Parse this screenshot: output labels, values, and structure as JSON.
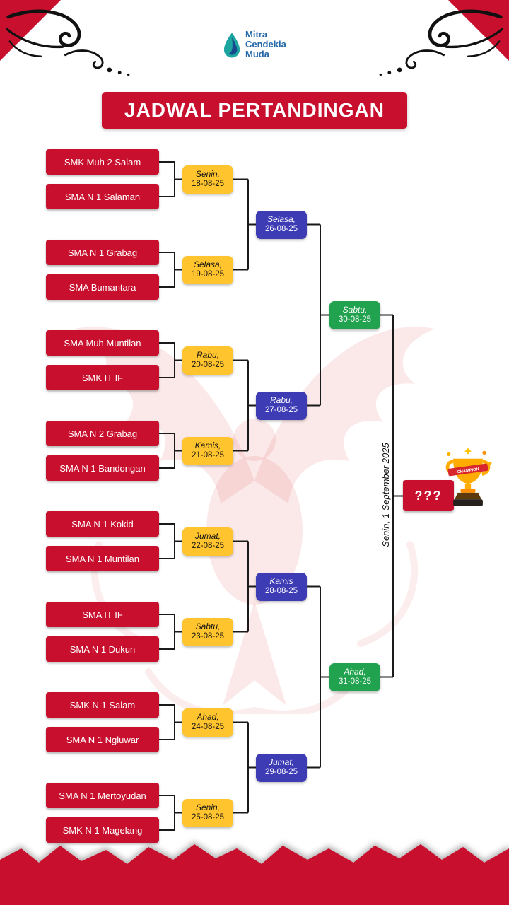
{
  "logo": {
    "line1": "Mitra",
    "line2": "Cendekia",
    "line3": "Muda"
  },
  "title": "JADWAL PERTANDINGAN",
  "bracket": {
    "teams": [
      "SMK Muh 2 Salam",
      "SMA N 1 Salaman",
      "SMA N 1 Grabag",
      "SMA Bumantara",
      "SMA Muh Muntilan",
      "SMK IT IF",
      "SMA N 2 Grabag",
      "SMA N 1 Bandongan",
      "SMA N 1 Kokid",
      "SMA N 1 Muntilan",
      "SMA IT IF",
      "SMA N 1 Dukun",
      "SMK N 1 Salam",
      "SMA N 1 Ngluwar",
      "SMA N 1 Mertoyudan",
      "SMK N 1 Magelang"
    ],
    "round1": [
      {
        "day": "Senin,",
        "date": "18-08-25"
      },
      {
        "day": "Selasa,",
        "date": "19-08-25"
      },
      {
        "day": "Rabu,",
        "date": "20-08-25"
      },
      {
        "day": "Kamis,",
        "date": "21-08-25"
      },
      {
        "day": "Jumat,",
        "date": "22-08-25"
      },
      {
        "day": "Sabtu,",
        "date": "23-08-25"
      },
      {
        "day": "Ahad,",
        "date": "24-08-25"
      },
      {
        "day": "Senin,",
        "date": "25-08-25"
      }
    ],
    "quarterfinals": [
      {
        "day": "Selasa,",
        "date": "26-08-25"
      },
      {
        "day": "Rabu,",
        "date": "27-08-25"
      },
      {
        "day": "Kamis",
        "date": "28-08-25"
      },
      {
        "day": "Jumat,",
        "date": "29-08-25"
      }
    ],
    "semifinals": [
      {
        "day": "Sabtu,",
        "date": "30-08-25"
      },
      {
        "day": "Ahad,",
        "date": "31-08-25"
      }
    ],
    "final": {
      "date_label": "Senin, 1 September 2025",
      "winner_placeholder": "???",
      "trophy_ribbon": "CHAMPION"
    }
  },
  "colors": {
    "red": "#C8102E",
    "yellow": "#FFC42E",
    "blue": "#3E3CB4",
    "green": "#21A24E",
    "logo_blue": "#2468A8",
    "line": "#1A1A1A"
  }
}
